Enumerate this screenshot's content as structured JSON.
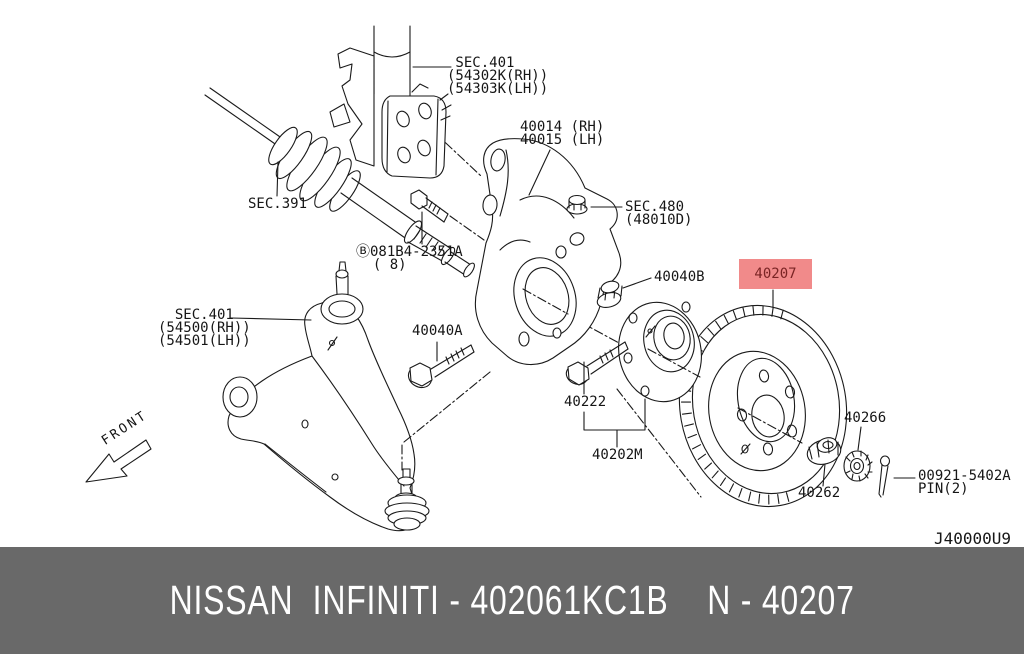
{
  "diagram": {
    "labels": {
      "sec401_strut": " SEC.401\n(54302K(RH))\n(54303K(LH))",
      "knuckle": "40014 (RH)\n40015 (LH)",
      "sec391": "SEC.391",
      "sec480": "SEC.480\n(48010D)",
      "bolt_b": "Ⓑ081B4-2351A\n  ( 8)",
      "nut_40040b": "40040B",
      "bolt_40040a": "40040A",
      "sec401_arm": "  SEC.401\n(54500(RH))\n(54501(LH))",
      "bolt_40222": "40222",
      "hub_40202m": "40202M",
      "rotor_40207": "40207",
      "locknut_40266": "40266",
      "nut_40262": "40262",
      "pin_00921": "00921-5402A\nPIN(2)",
      "front_arrow": "FRONT",
      "drawing_code": "J40000U9"
    },
    "highlight": {
      "bg": "#f18a8a",
      "text_color": "#7a2424"
    },
    "line_color": "#1a1a1a"
  },
  "footer": {
    "text": "NISSAN  INFINITI - 402061KC1B    N - 40207",
    "bg": "#696969",
    "text_color": "#ffffff"
  }
}
